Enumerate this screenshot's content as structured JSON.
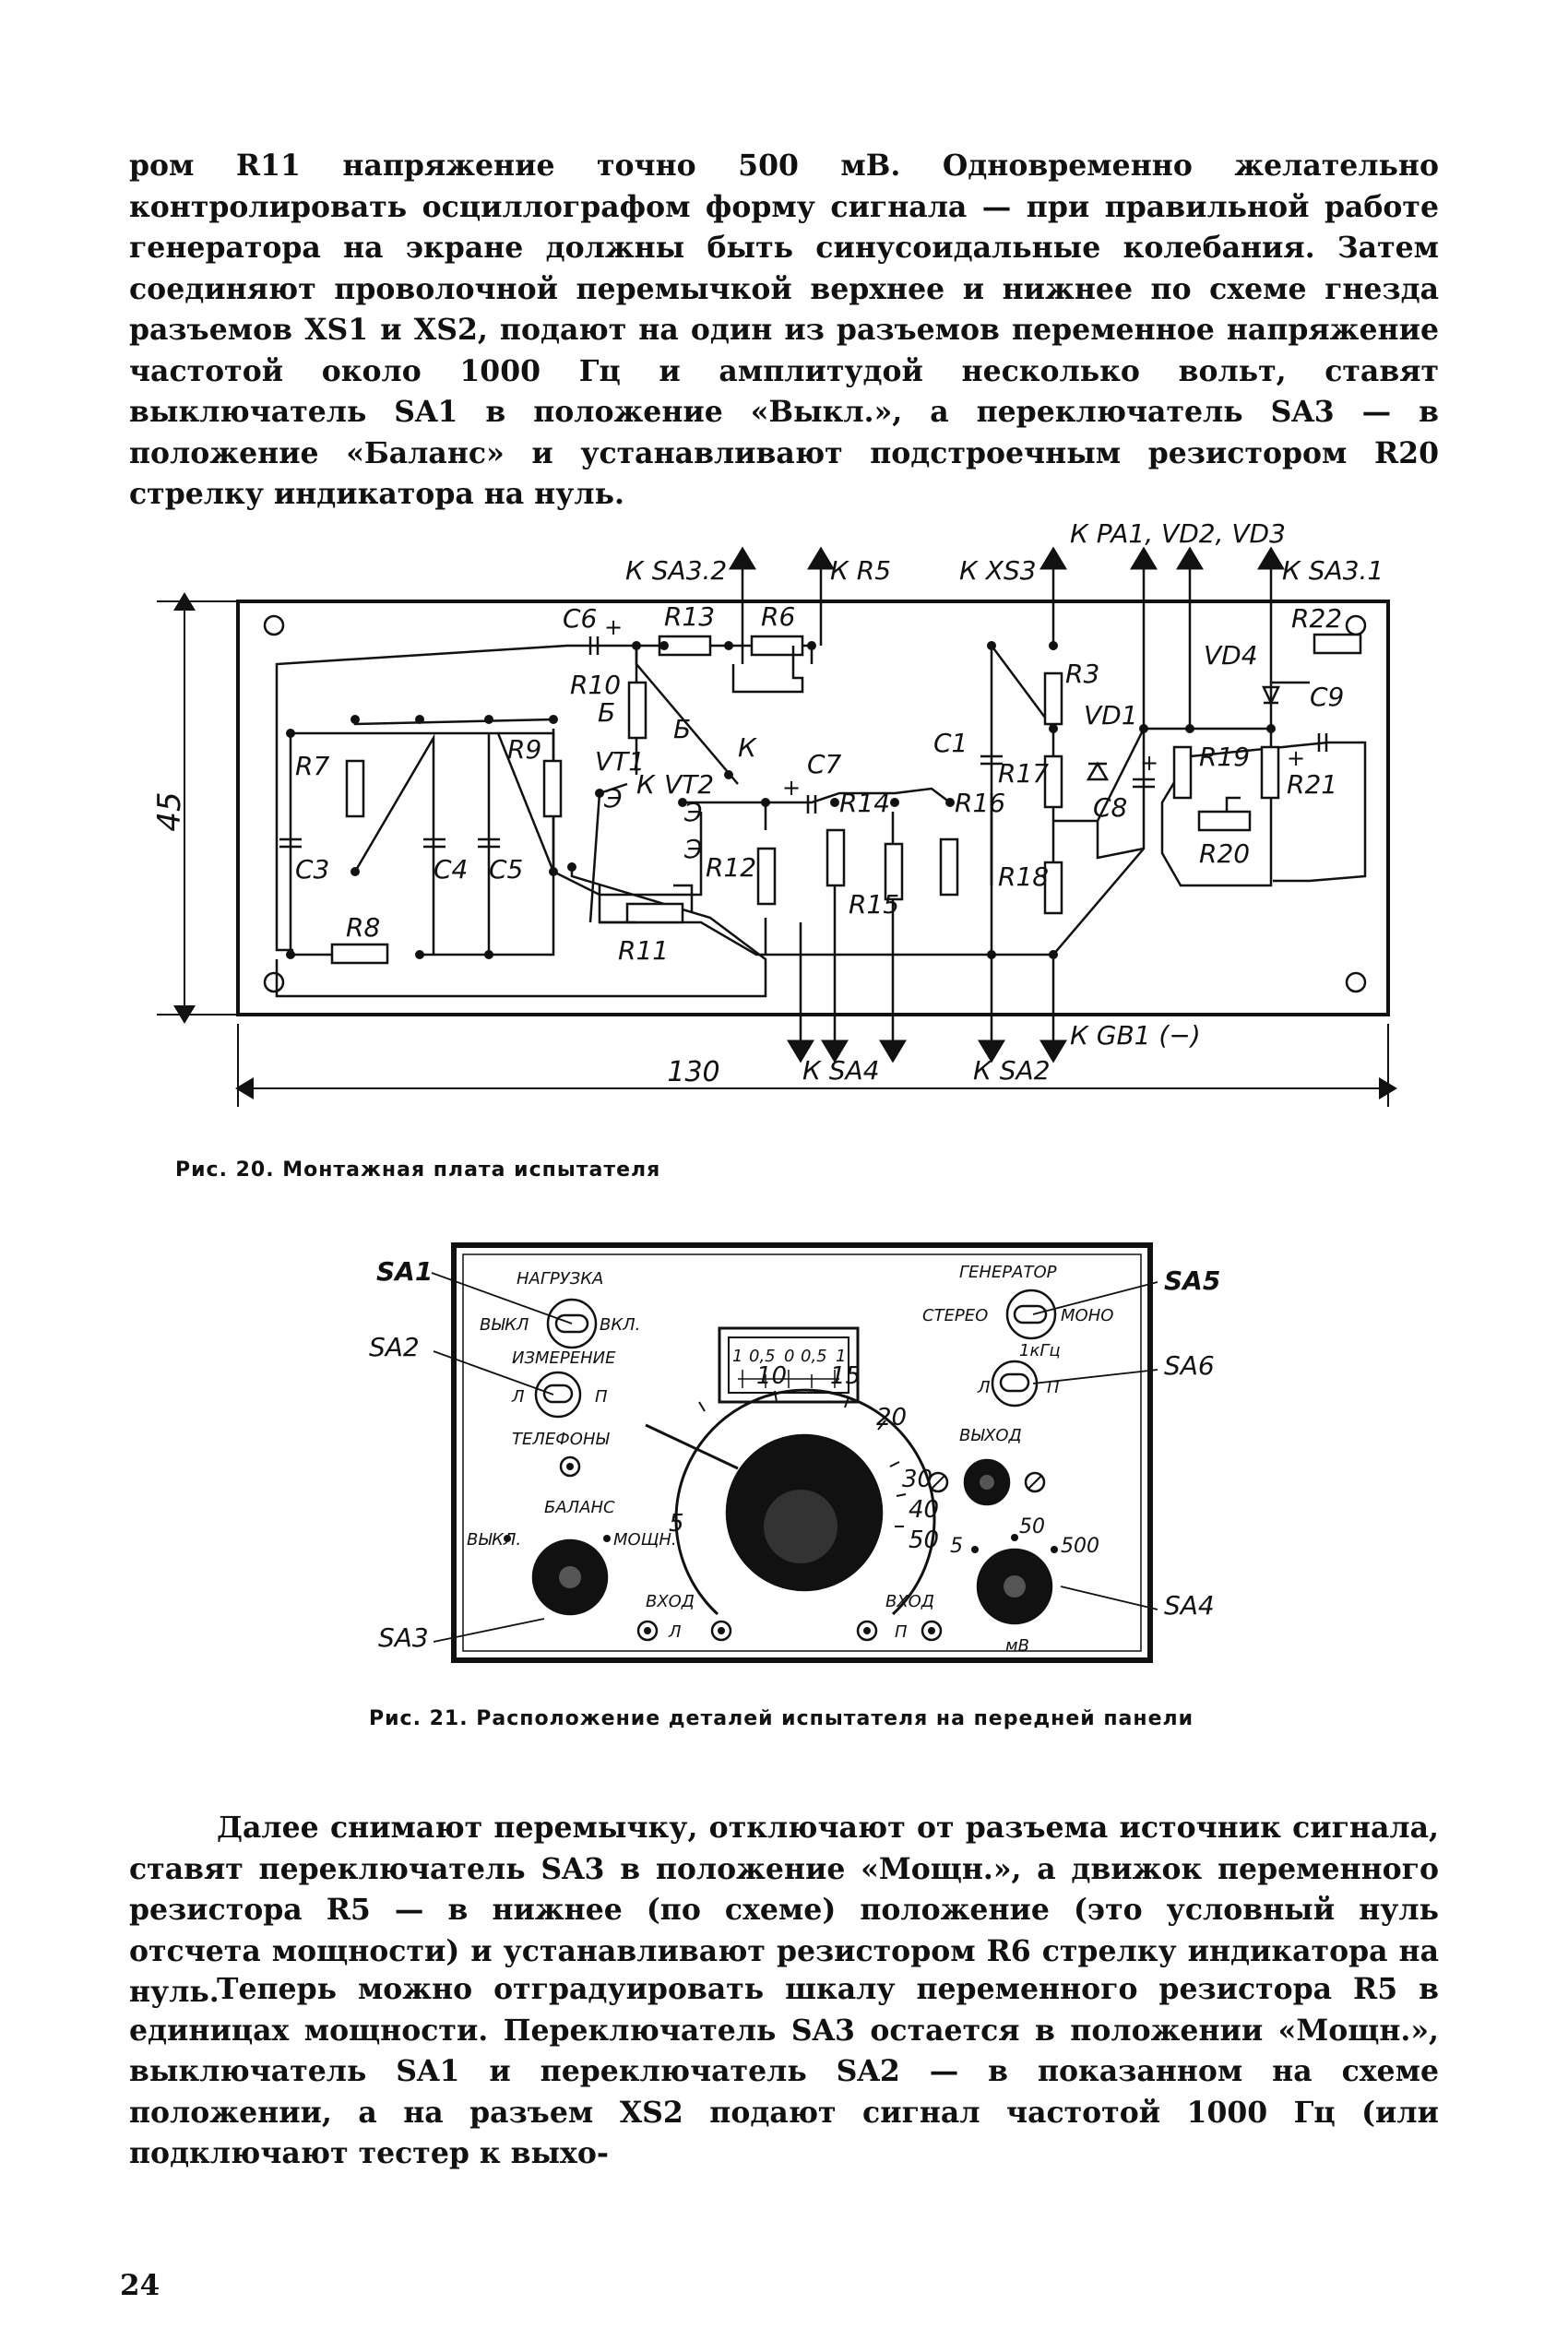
{
  "paragraphs": {
    "p1": "ром R11 напряжение точно 500 мВ. Одновременно желательно контролировать осциллографом форму сигнала — при правильной работе генератора на экране должны быть синусоидальные колебания. Затем соединяют проволочной перемычкой верхнее и нижнее по схеме гнезда разъемов XS1 и XS2, подают на один из разъемов переменное напряжение частотой около 1000 Гц и амплитудой несколько вольт, ставят выключатель SA1 в положение «Выкл.», а переключатель SA3 — в положение «Баланс» и устанавливают подстроечным резистором R20 стрелку индикатора на нуль.",
    "p2": "Далее снимают перемычку, отключают от разъема источник сигнала, ставят переключатель SA3 в положение «Мощн.», а движок переменного резистора R5 — в нижнее (по схеме) положение (это условный нуль отсчета мощности) и устанавливают резистором R6 стрелку индикатора на нуль.",
    "p3": "Теперь можно отградуировать шкалу переменного резистора R5 в единицах мощности. Переключатель SA3 остается в положении «Мощн.», выключатель SA1 и переключатель SA2 — в показанном на схеме положении, а на разъем XS2 подают сигнал частотой 1000 Гц (или подключают тестер к выхо-"
  },
  "captions": {
    "fig20": "Рис. 20. Монтажная плата испытателя",
    "fig21": "Рис. 21. Расположение деталей испытателя на передней панели"
  },
  "page_number": "24",
  "fig20": {
    "dim_height": "45",
    "dim_width": "130",
    "top_connections": [
      "К SA3.2",
      "К R5",
      "К XS3",
      "К PA1, VD2, VD3",
      "К SA3.1"
    ],
    "bottom_connections": [
      "К SA4",
      "К SA2",
      "К GB1 (−)"
    ],
    "components": [
      "C6",
      "R13",
      "R6",
      "R10",
      "Б",
      "Б",
      "К",
      "VT1",
      "К",
      "VT2",
      "Э",
      "Э",
      "Э",
      "R7",
      "R9",
      "C3",
      "C4",
      "C5",
      "R8",
      "R11",
      "R12",
      "C7",
      "R14",
      "R15",
      "R16",
      "C1",
      "R3",
      "VD1",
      "R17",
      "R18",
      "C8",
      "VD4",
      "R22",
      "C9",
      "R19",
      "R21",
      "R20"
    ]
  },
  "fig21": {
    "side_labels": [
      "SA1",
      "SA2",
      "SA3",
      "SA5",
      "SA6",
      "SA4"
    ],
    "panel_labels": [
      "НАГРУЗКА",
      "ВЫКЛ",
      "ВКЛ.",
      "ИЗМЕРЕНИЕ",
      "Л",
      "П",
      "ТЕЛЕФОНЫ",
      "БАЛАНС",
      "ВЫКЛ.",
      "МОЩН.",
      "ВХОД",
      "Л",
      "ГЕНЕРАТОР",
      "СТЕРЕО",
      "МОНО",
      "1кГц",
      "Л",
      "П",
      "ВЫХОД",
      "ВХОД",
      "П",
      "мВ"
    ],
    "meter_scale": [
      "1",
      "0,5",
      "0",
      "0,5",
      "1"
    ],
    "dial_scale": [
      "5",
      "10",
      "15",
      "20",
      "30",
      "40",
      "50"
    ],
    "output_scale": [
      "5",
      "50",
      "500"
    ]
  }
}
